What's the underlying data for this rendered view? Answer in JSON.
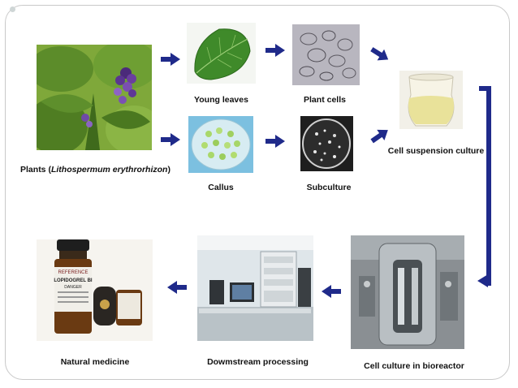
{
  "diagram": {
    "nodes": {
      "plants": {
        "label_prefix": "Plants (",
        "label_species": "Lithospermum erythrorhizon",
        "label_suffix": ")"
      },
      "young_leaves": {
        "label": "Young leaves"
      },
      "plant_cells": {
        "label": "Plant cells"
      },
      "callus": {
        "label": "Callus"
      },
      "subculture": {
        "label": "Subculture"
      },
      "cell_suspension": {
        "label": "Cell suspension culture"
      },
      "bioreactor": {
        "label": "Cell culture in bioreactor"
      },
      "downstream": {
        "label": "Dowmstream processing"
      },
      "natural_medicine": {
        "label": "Natural medicine"
      }
    },
    "bottle_label": {
      "brand": "REFERENCE",
      "name": "LOPIDOGREL BI",
      "hazard": "DANGER"
    }
  },
  "colors": {
    "arrow": "#1f2a8a",
    "caption": "#111111",
    "frame": "#c9c9c9"
  }
}
